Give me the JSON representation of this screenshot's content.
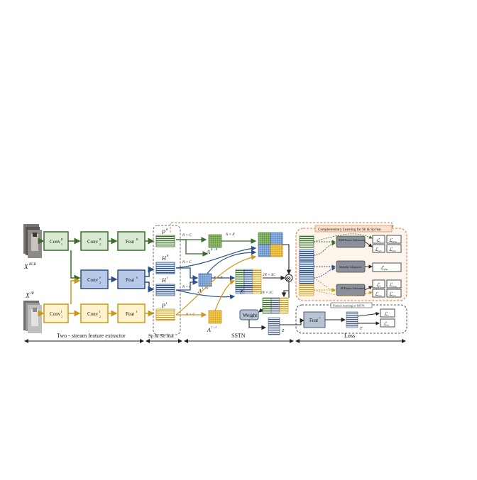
{
  "inputs": {
    "rgb_label": "X",
    "rgb_sup": "RGB",
    "ir_label": "X",
    "ir_sup": "IR"
  },
  "extractor": {
    "conv1_rgb": "Conv",
    "conv1_rgb_sub": "1",
    "conv1_rgb_sup": "R",
    "conv2_rgb": "Conv",
    "conv2_rgb_sub": "2",
    "conv2_rgb_sup": "R",
    "feat_rgb": "Feat",
    "feat_rgb_sup": "R",
    "conv_shared": "Conv",
    "conv_shared_sub": "2",
    "conv_shared_sup": "S",
    "feat_shared": "Feat",
    "feat_shared_sup": "S",
    "conv1_ir": "Conv",
    "conv1_ir_sub": "1",
    "conv1_ir_sup": "I",
    "conv2_ir": "Conv",
    "conv2_ir_sub": "2",
    "conv2_ir_sup": "I",
    "feat_ir": "Feat",
    "feat_ir_sup": "I"
  },
  "features": {
    "p_rgb": "P",
    "p_rgb_sup": "R",
    "h_rgb": "H",
    "h_rgb_sup": "R",
    "h_ir": "H",
    "h_ir_sup": "I",
    "p_ir": "P",
    "p_ir_sup": "I"
  },
  "sstn": {
    "nxc": "N × C",
    "nxn": "N × N",
    "a_rr": "A",
    "a_rr_sup": "R→R",
    "a_in": "A",
    "a_in_sup": "I→N",
    "a_ii": "A",
    "a_ii_sup": "I→I",
    "two_n_3c": "2N × 3C",
    "z": "Z",
    "weight": "Weight",
    "z_out": "Z",
    "multiply": "⊗"
  },
  "loss": {
    "comp_title": "Complementary Learning for Sh & Sp feat",
    "rgb_adv": "RGB Project Adversarial",
    "modality": "Modality Adaptation",
    "ir_adv": "IR Project Adversarial",
    "l_c": "ℒ",
    "l_c_sub": "c",
    "l_ce": "ℒ",
    "l_ce_sub": "cen",
    "l_proj": "ℒ",
    "l_proj_sub": "proj",
    "l_pro": "ℒ",
    "l_pro_sub": "pro",
    "l_tmd": "ℒ",
    "l_tmd_sub": "tmd",
    "l_ir_c": "ℒ",
    "l_ir_c_sub": "c",
    "l_cen2": "ℒ",
    "l_cen2_sub": "cen",
    "l_ir_proj": "ℒ",
    "l_ir_proj_sub": "proj",
    "l_ir_pro": "ℒ",
    "l_ir_pro_sub": "pro",
    "sstn_title": "Feature learning of SSTN",
    "feat_t": "Feat",
    "feat_t_sup": "t",
    "t_label": "T",
    "l_t_c": "ℒ",
    "l_t_c_sub": "c",
    "l_t_tri": "ℒ",
    "l_t_tri_sub": "tri"
  },
  "sections": {
    "extractor": "Two - stream feature extractor",
    "feat": "Sp & Sh feat",
    "sstn": "SSTN",
    "loss": "Loss"
  },
  "colors": {
    "green_fill": "#d9ead3",
    "green_stroke": "#3b6b2b",
    "blue_fill": "#b7c9e6",
    "blue_stroke": "#2c4f86",
    "yellow_fill": "#fff2cc",
    "yellow_stroke": "#c99a1a",
    "orange_dash": "#d4763a",
    "dark": "#222222"
  }
}
